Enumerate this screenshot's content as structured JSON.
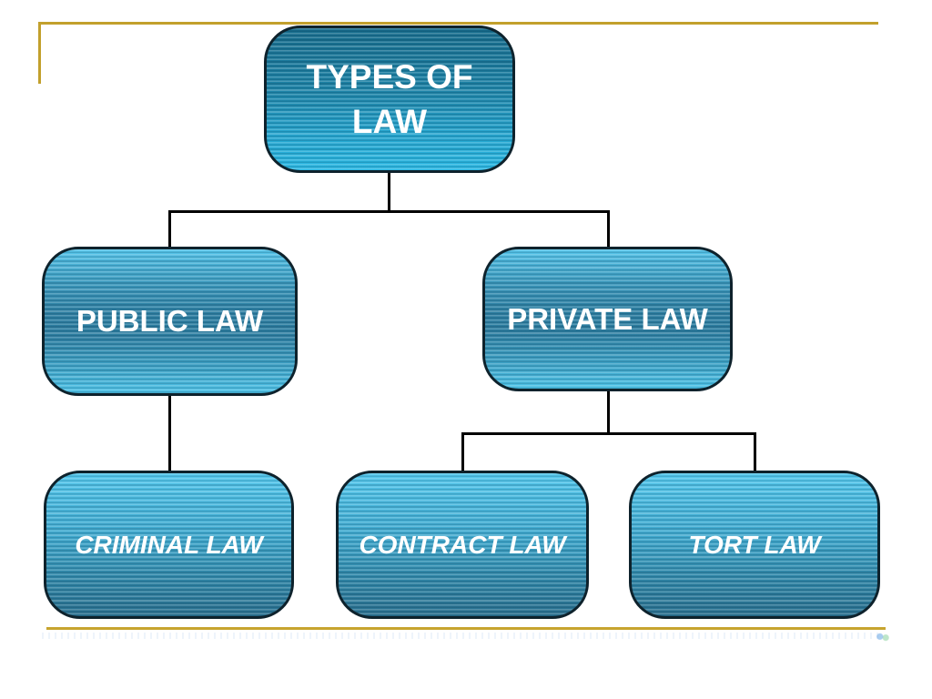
{
  "slide_title": "TYPES OF LAW",
  "colors": {
    "background": "#ffffff",
    "accent_gold": "#c2a02c",
    "connector": "#000000",
    "node_border": "#0e222c",
    "node_text": "#ffffff",
    "node_fill_light": "#54c8ee",
    "node_fill_dark": "#2d7ea1",
    "root_fill_top": "#176c8c",
    "root_fill_bottom": "#2ab8e3"
  },
  "diagram": {
    "type": "hierarchy",
    "nodes": [
      {
        "id": "types-of-law",
        "label": "TYPES OF LAW",
        "lines": [
          "TYPES OF",
          "LAW"
        ],
        "level": 1
      },
      {
        "id": "public-law",
        "label": "PUBLIC LAW",
        "level": 2
      },
      {
        "id": "private-law",
        "label": "PRIVATE LAW",
        "level": 2
      },
      {
        "id": "criminal-law",
        "label": "CRIMINAL LAW",
        "level": 3
      },
      {
        "id": "contract-law",
        "label": "CONTRACT LAW",
        "level": 3
      },
      {
        "id": "tort-law",
        "label": "TORT LAW",
        "level": 3
      }
    ],
    "edges": [
      {
        "from": "TYPES OF LAW",
        "to": "PUBLIC LAW"
      },
      {
        "from": "TYPES OF LAW",
        "to": "PRIVATE LAW"
      },
      {
        "from": "PUBLIC LAW",
        "to": "CRIMINAL LAW"
      },
      {
        "from": "PRIVATE LAW",
        "to": "CONTRACT LAW"
      },
      {
        "from": "PRIVATE LAW",
        "to": "TORT LAW"
      }
    ]
  }
}
